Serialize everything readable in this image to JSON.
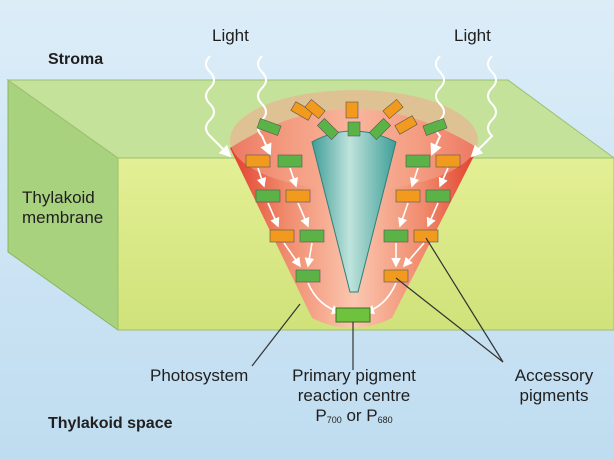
{
  "labels": {
    "stroma": "Stroma",
    "light_left": "Light",
    "light_right": "Light",
    "thylakoid_membrane_line1": "Thylakoid",
    "thylakoid_membrane_line2": "membrane",
    "photosystem": "Photosystem",
    "primary_line1": "Primary pigment",
    "primary_line2": "reaction centre",
    "p_prefix": "P",
    "p_sub1": "700",
    "p_or": " or P",
    "p_sub2": "680",
    "accessory_line1": "Accessory",
    "accessory_line2": "pigments",
    "thylakoid_space": "Thylakoid space"
  },
  "colors": {
    "membrane_top": "#c4e29a",
    "membrane_front": "#dbea86",
    "membrane_side": "#a6d07c",
    "photosystem_red": "#e8553f",
    "photosystem_light": "#f7b39a",
    "reaction_centre": "#7dbfb8",
    "pigment_green": "#5bb347",
    "pigment_orange": "#f29a1d",
    "arrow": "#ffffff"
  }
}
